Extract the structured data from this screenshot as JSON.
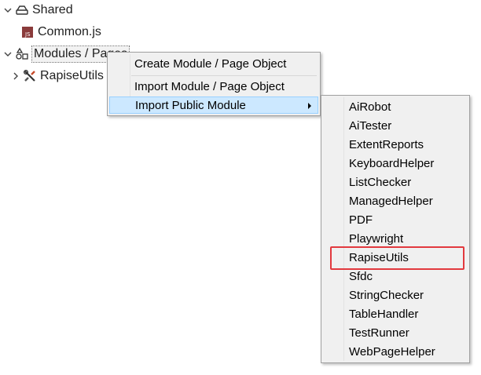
{
  "tree": {
    "shared": {
      "label": "Shared",
      "icon": "drive-icon"
    },
    "common_js": {
      "label": "Common.js",
      "icon": "js-file-icon"
    },
    "modules": {
      "label": "Modules / Pages",
      "icon": "modules-icon"
    },
    "rapiseutils": {
      "label": "RapiseUtils",
      "icon": "tools-icon"
    }
  },
  "context_menu": {
    "items": [
      {
        "label": "Create Module / Page Object"
      },
      {
        "label": "Import Module / Page Object"
      },
      {
        "label": "Import Public Module",
        "has_submenu": true,
        "highlighted": true
      }
    ]
  },
  "submenu": {
    "items": [
      {
        "label": "AiRobot"
      },
      {
        "label": "AiTester"
      },
      {
        "label": "ExtentReports"
      },
      {
        "label": "KeyboardHelper"
      },
      {
        "label": "ListChecker"
      },
      {
        "label": "ManagedHelper"
      },
      {
        "label": "PDF"
      },
      {
        "label": "Playwright"
      },
      {
        "label": "RapiseUtils",
        "annotated": true
      },
      {
        "label": "Sfdc"
      },
      {
        "label": "StringChecker"
      },
      {
        "label": "TableHandler"
      },
      {
        "label": "TestRunner"
      },
      {
        "label": "WebPageHelper"
      }
    ]
  },
  "colors": {
    "menu_bg": "#f0f0f0",
    "menu_highlight": "#cce8ff",
    "annotation_red": "#e2393e"
  }
}
